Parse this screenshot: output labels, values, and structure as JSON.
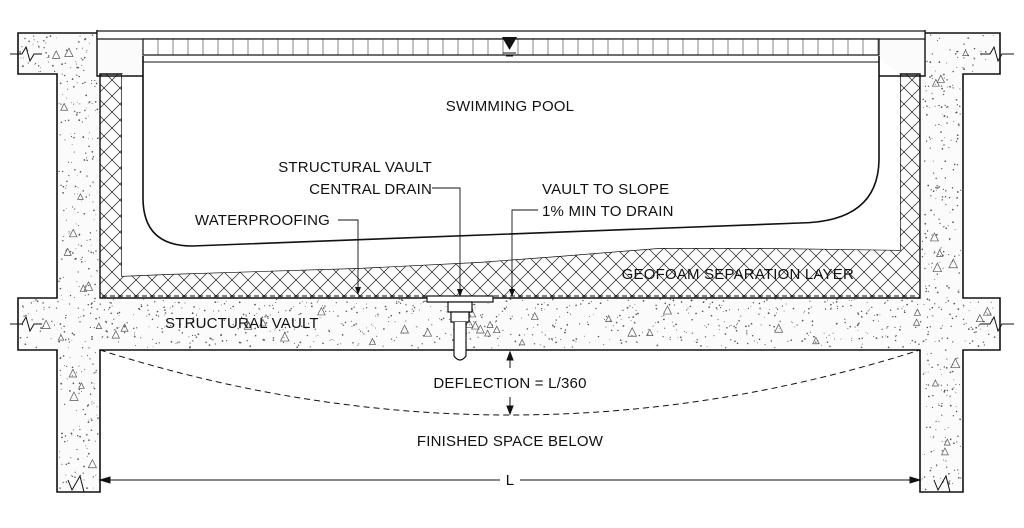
{
  "labels": {
    "swimming_pool": "SWIMMING POOL",
    "vault_drain_line1": "STRUCTURAL VAULT",
    "vault_drain_line2": "CENTRAL DRAIN",
    "waterproofing": "WATERPROOFING",
    "slope_line1": "VAULT TO SLOPE",
    "slope_line2": "1% MIN TO DRAIN",
    "geofoam": "GEOFOAM SEPARATION LAYER",
    "structural_vault": "STRUCTURAL VAULT",
    "deflection": "DEFLECTION = L/360",
    "finished_space": "FINISHED SPACE BELOW",
    "span": "L"
  },
  "symbols": [
    "water-level-icon"
  ],
  "colors": {
    "line": "#111111",
    "background": "#ffffff",
    "concrete_dot": "#555555"
  }
}
